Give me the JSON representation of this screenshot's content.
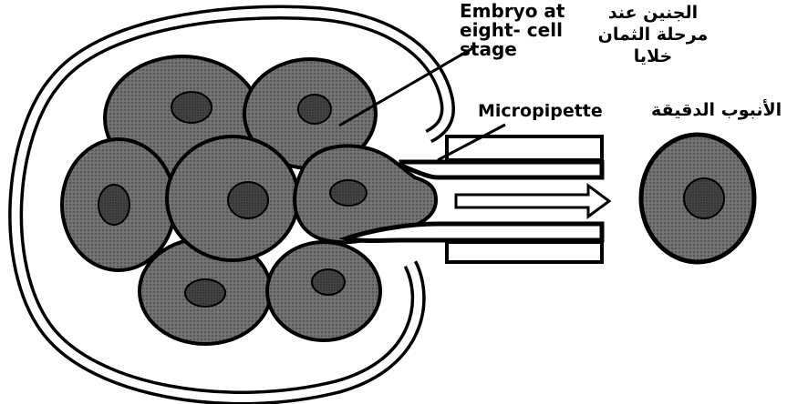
{
  "labels": {
    "embryo_en": "Embryo at\neight- cell\nstage",
    "embryo_ar": "الجنين عند\nمرحلة الثمان\nخلايا",
    "micropipette_en": "Micropipette",
    "micropipette_ar": "الأنبوب الدقيقة"
  },
  "colors": {
    "cell_fill": "#6f6f6f",
    "cell_stroke": "#000000",
    "nucleus_fill": "#4a4a4a",
    "zona": "#ffffff",
    "pipette": "#ffffff"
  }
}
